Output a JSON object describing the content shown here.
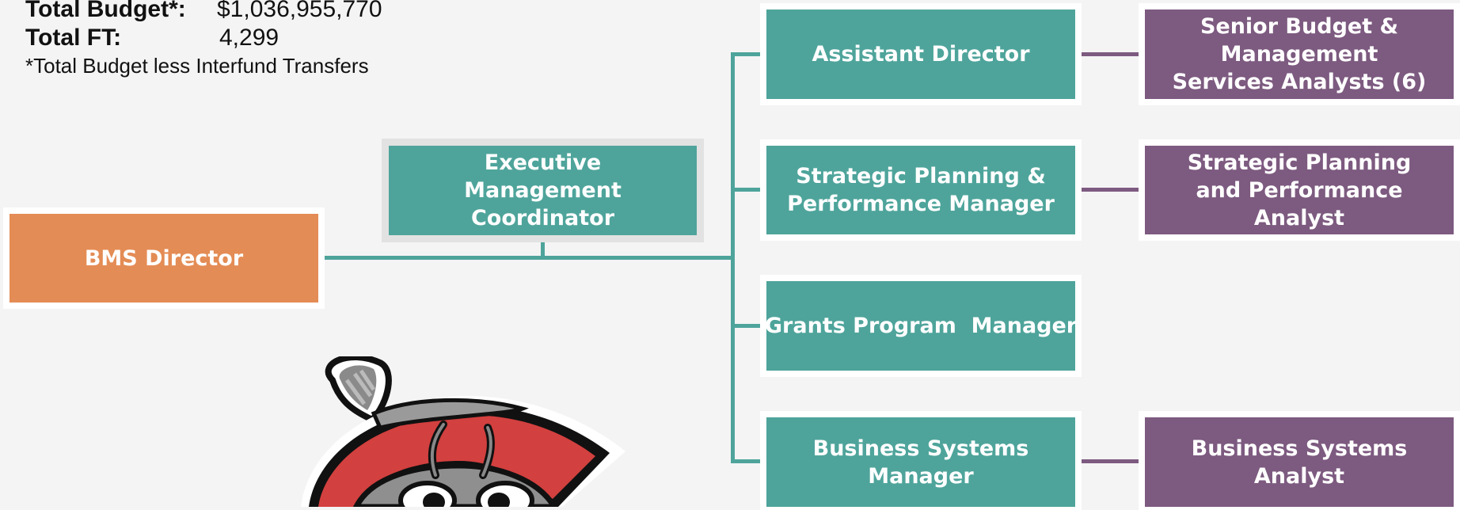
{
  "summary": {
    "budget_label": "Total Budget*:",
    "budget_value": "$1,036,955,770",
    "ft_label": "Total FT:",
    "ft_value": "4,299",
    "note": "*Total Budget less Interfund Transfers"
  },
  "org": {
    "director": "BMS Director",
    "coordinator": "Executive Management Coordinator",
    "assistant_director": "Assistant Director",
    "strategic_manager": "Strategic Planning & Performance Manager",
    "grants_manager": "Grants Program  Manager",
    "business_manager": "Business Systems Manager",
    "senior_analysts": "Senior Budget & Management Services Analysts (6)",
    "strategic_analyst": "Strategic Planning and Performance Analyst",
    "business_analyst": "Business Systems Analyst"
  },
  "colors": {
    "teal": "#4ea49b",
    "purple": "#7d5a80",
    "orange": "#e48c55",
    "background": "#f4f4f4"
  },
  "mascot": {
    "icon": "catfish-mascot-icon"
  }
}
